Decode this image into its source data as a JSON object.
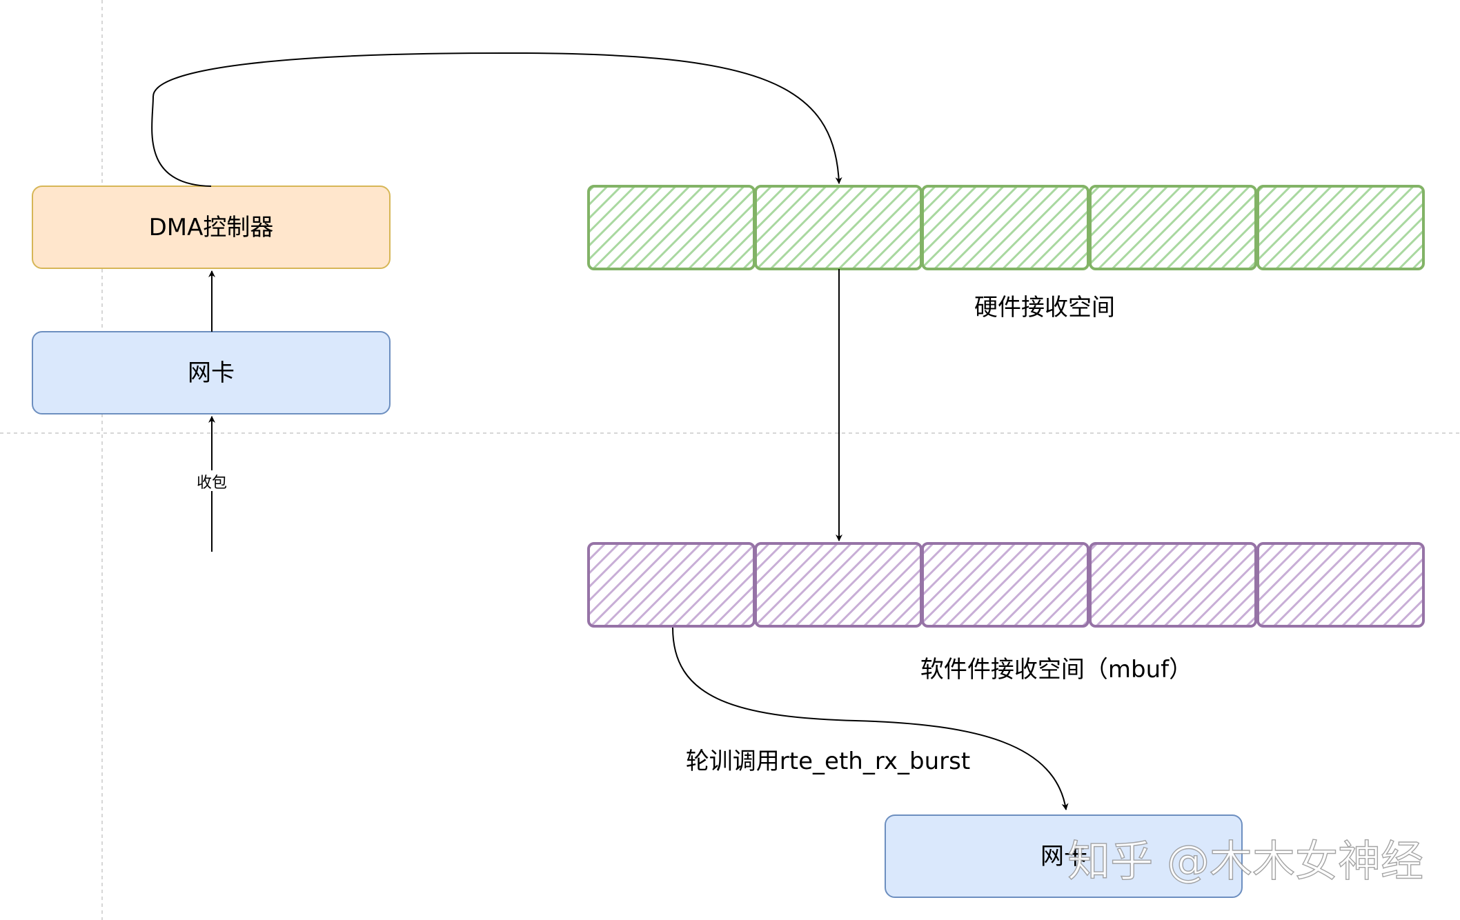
{
  "diagram": {
    "nodes": {
      "dma": {
        "label": "DMA控制器",
        "fill": "#ffe6cc",
        "stroke": "#d6b656"
      },
      "nic_top": {
        "label": "网卡",
        "fill": "#dae8fc",
        "stroke": "#6c8ebf"
      },
      "nic_bottom": {
        "label": "网卡",
        "fill": "#dae8fc",
        "stroke": "#6c8ebf"
      }
    },
    "edge_labels": {
      "receive_packet": "收包",
      "poll_call": "轮训调用rte_eth_rx_burst"
    },
    "buffers": {
      "hardware": {
        "label": "硬件接收空间",
        "cells": 5,
        "stroke": "#82b366",
        "hatch": "#a9d8a0"
      },
      "software": {
        "label": "软件件接收空间（mbuf）",
        "cells": 5,
        "stroke": "#9673a6",
        "hatch": "#c8aed6"
      }
    },
    "watermark": "知乎 @木木女神经"
  }
}
